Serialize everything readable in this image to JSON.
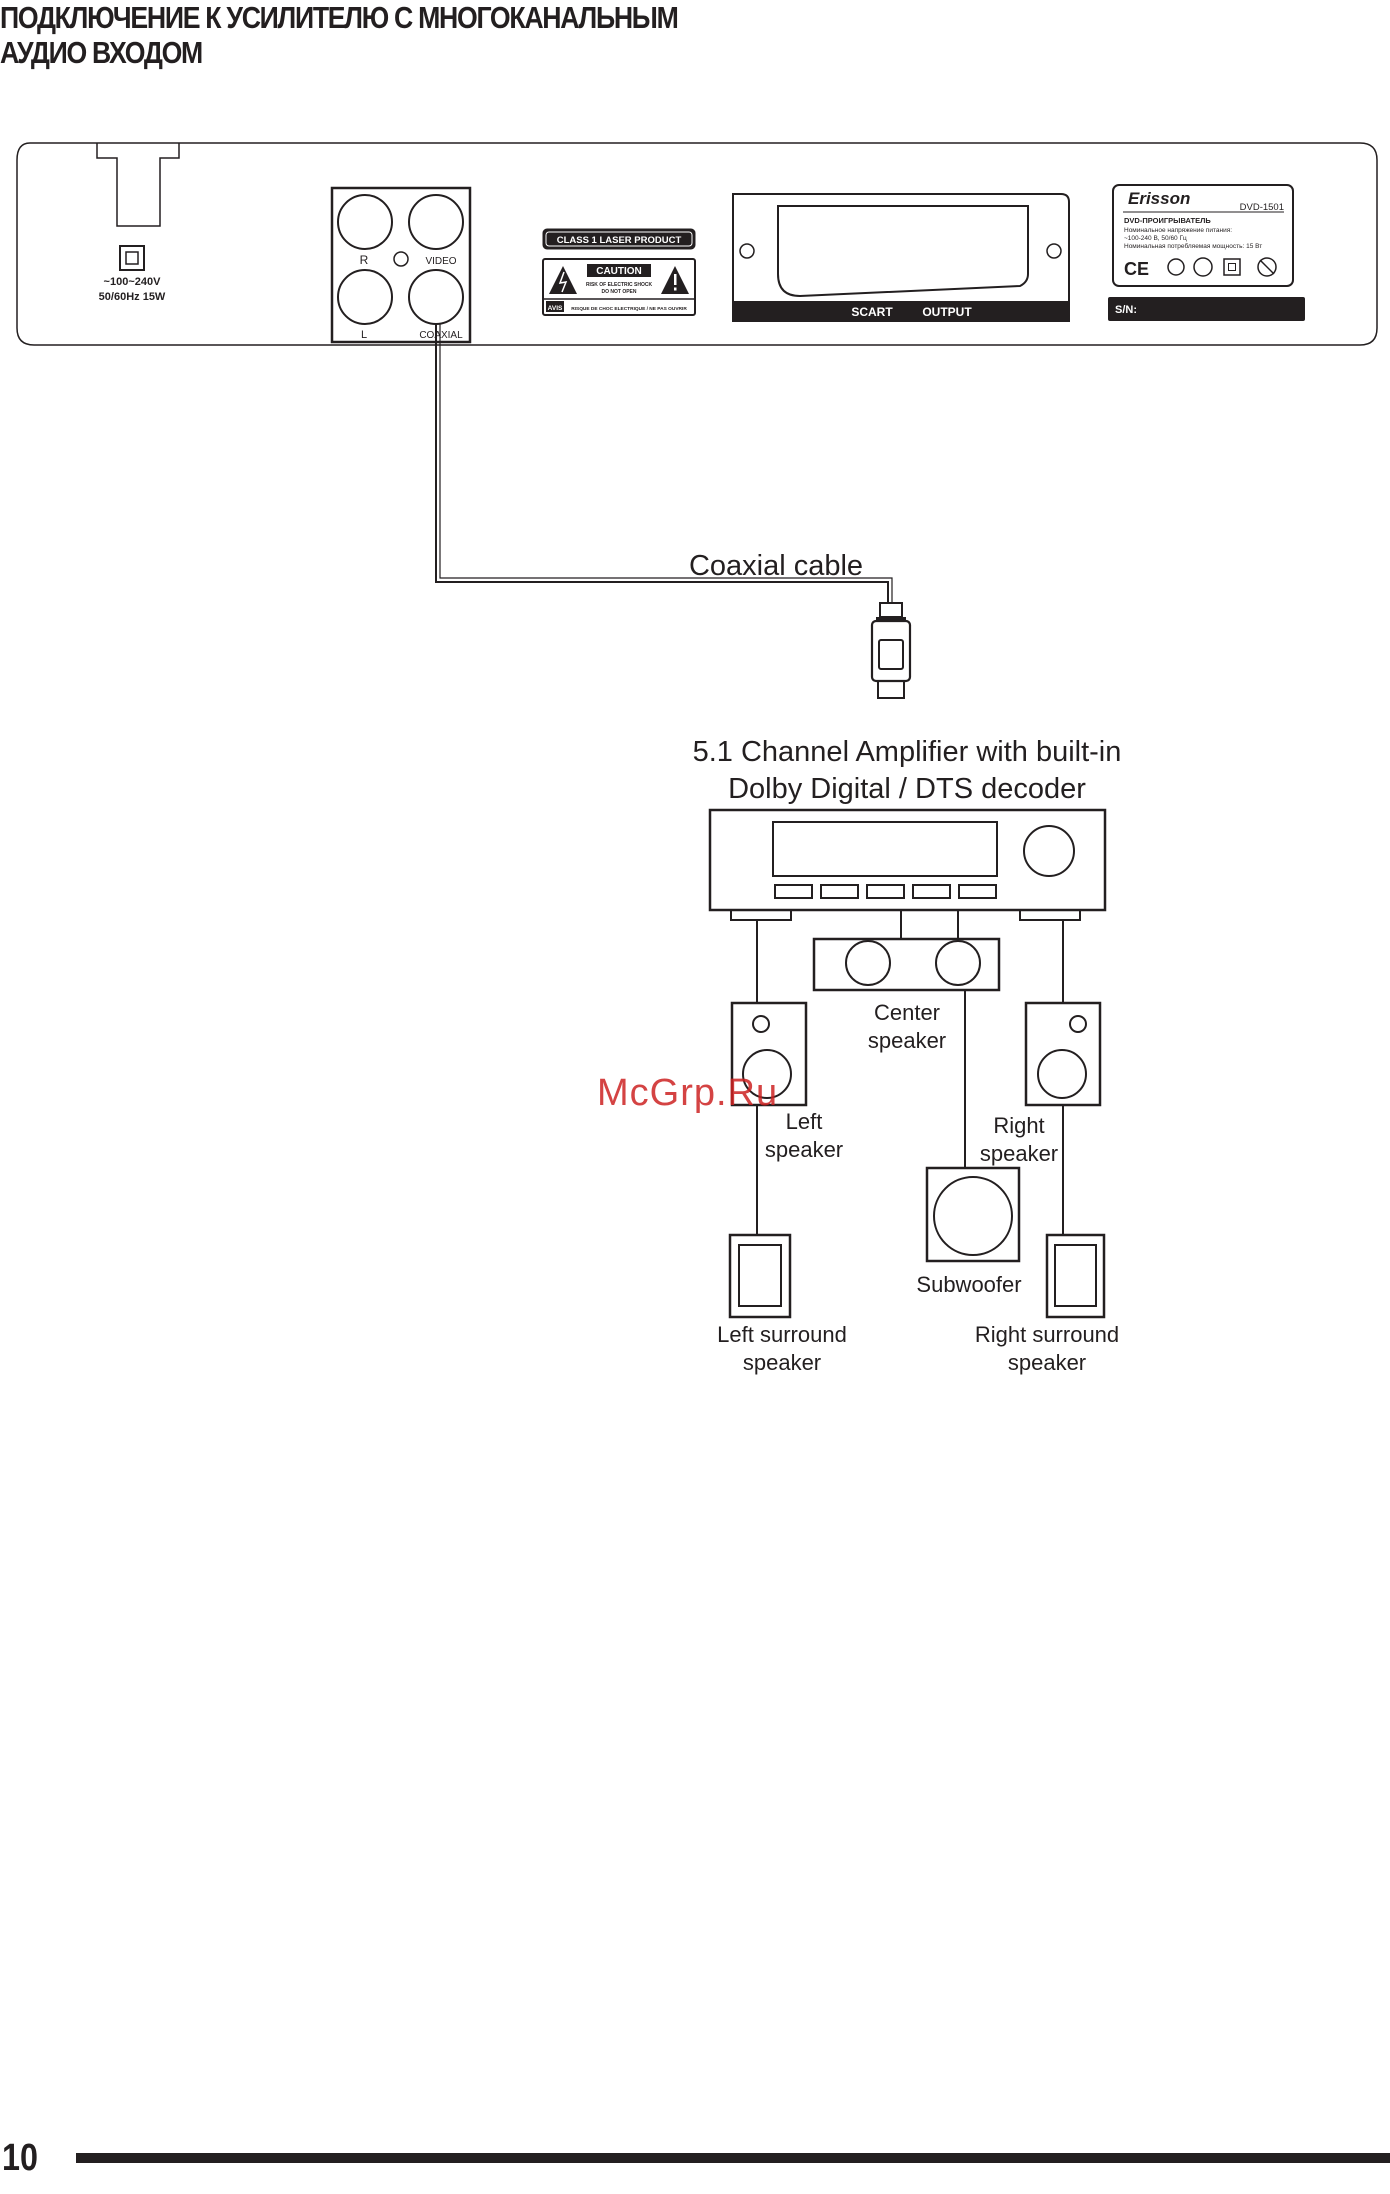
{
  "heading": {
    "line1": "ПОДКЛЮЧЕНИЕ К УСИЛИТЕЛЮ С МНОГОКАНАЛЬНЫМ",
    "line2": "АУДИО ВХОДОМ"
  },
  "player_panel": {
    "power_line1": "~100~240V",
    "power_line2": "50/60Hz  15W",
    "jack_r": "R",
    "jack_l": "L",
    "jack_video": "VIDEO",
    "jack_coaxial": "COAXIAL",
    "laser_label": "CLASS 1 LASER PRODUCT",
    "caution_title": "CAUTION",
    "caution_line1": "RISK OF ELECTRIC SHOCK",
    "caution_line2": "DO NOT OPEN",
    "avis_label": "AVIS",
    "avis_text": "RISQUE DE CHOC ELECTRIQUE / NE PAS OUVRIR",
    "scart_label": "SCART",
    "output_label": "OUTPUT",
    "brand": "Erisson",
    "model": "DVD-1501",
    "rating_title": "DVD-ПРОИГРЫВАТЕЛЬ",
    "rating_line1": "Номинальное напряжение питания:",
    "rating_line2": "~100-240 В, 50/60 Гц",
    "rating_line3": "Номинальная потребляемая мощность: 15 Вт",
    "ce_mark": "CE",
    "sn_label": "S/N:"
  },
  "cable_label": "Coaxial cable",
  "amplifier_title_line1": "5.1 Channel Amplifier with built-in",
  "amplifier_title_line2": "Dolby Digital / DTS decoder",
  "speakers": {
    "center_line1": "Center",
    "center_line2": "speaker",
    "left_line1": "Left",
    "left_line2": "speaker",
    "right_line1": "Right",
    "right_line2": "speaker",
    "subwoofer": "Subwoofer",
    "left_surround_line1": "Left surround",
    "left_surround_line2": "speaker",
    "right_surround_line1": "Right surround",
    "right_surround_line2": "speaker"
  },
  "watermark": "McGrp.Ru",
  "page_number": "10",
  "colors": {
    "ink": "#231f20",
    "watermark": "#cc2222"
  }
}
